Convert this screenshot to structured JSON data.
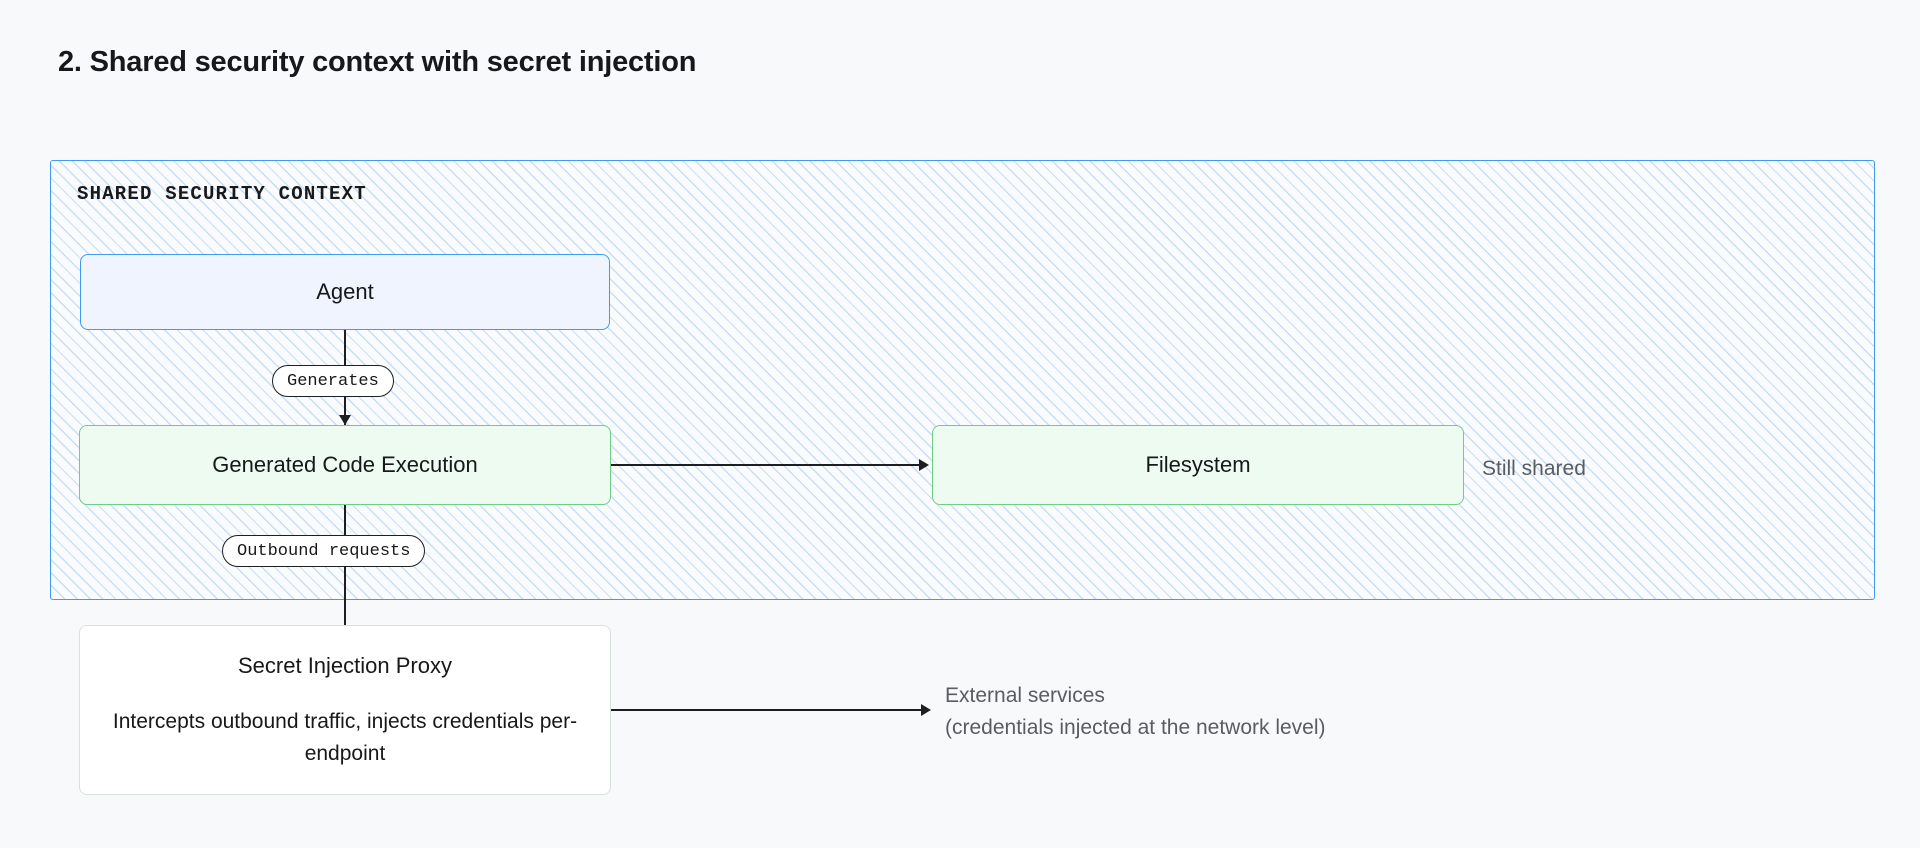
{
  "page": {
    "title": "2. Shared security context with secret injection",
    "background_color": "#f8f9fa"
  },
  "diagram": {
    "type": "flow-diagram",
    "container": {
      "label": "SHARED SECURITY CONTEXT",
      "border_color": "#3d9bf0",
      "fill": "hatched-light-blue"
    },
    "nodes": [
      {
        "id": "agent",
        "title": "Agent",
        "fill_color": "#eff4fe",
        "border_color": "#3d9bf0",
        "inside_container": true
      },
      {
        "id": "code-execution",
        "title": "Generated Code Execution",
        "fill_color": "#eefbf0",
        "border_color": "#6fcd86",
        "inside_container": true
      },
      {
        "id": "filesystem",
        "title": "Filesystem",
        "fill_color": "#eefbf0",
        "border_color": "#6fcd86",
        "inside_container": true
      },
      {
        "id": "secret-injection-proxy",
        "title": "Secret Injection Proxy",
        "subtitle": "Intercepts outbound traffic, injects credentials per-endpoint",
        "fill_color": "#ffffff",
        "border_color": "#d6e3db",
        "inside_container": false
      }
    ],
    "edges": [
      {
        "id": "agent-to-code",
        "from": "agent",
        "to": "code-execution",
        "label": "Generates",
        "direction": "down"
      },
      {
        "id": "code-to-filesystem",
        "from": "code-execution",
        "to": "filesystem",
        "label": "",
        "direction": "right"
      },
      {
        "id": "code-to-proxy",
        "from": "code-execution",
        "to": "secret-injection-proxy",
        "label": "Outbound requests",
        "direction": "down"
      },
      {
        "id": "proxy-to-external",
        "from": "secret-injection-proxy",
        "to": "external-services",
        "label": "",
        "direction": "right"
      }
    ],
    "annotations": [
      {
        "id": "still-shared",
        "text": "Still shared",
        "color": "#585d63"
      },
      {
        "id": "external-services-line1",
        "text": "External services",
        "color": "#585d63"
      },
      {
        "id": "external-services-line2",
        "text": "(credentials injected at the network level)",
        "color": "#585d63"
      }
    ]
  }
}
